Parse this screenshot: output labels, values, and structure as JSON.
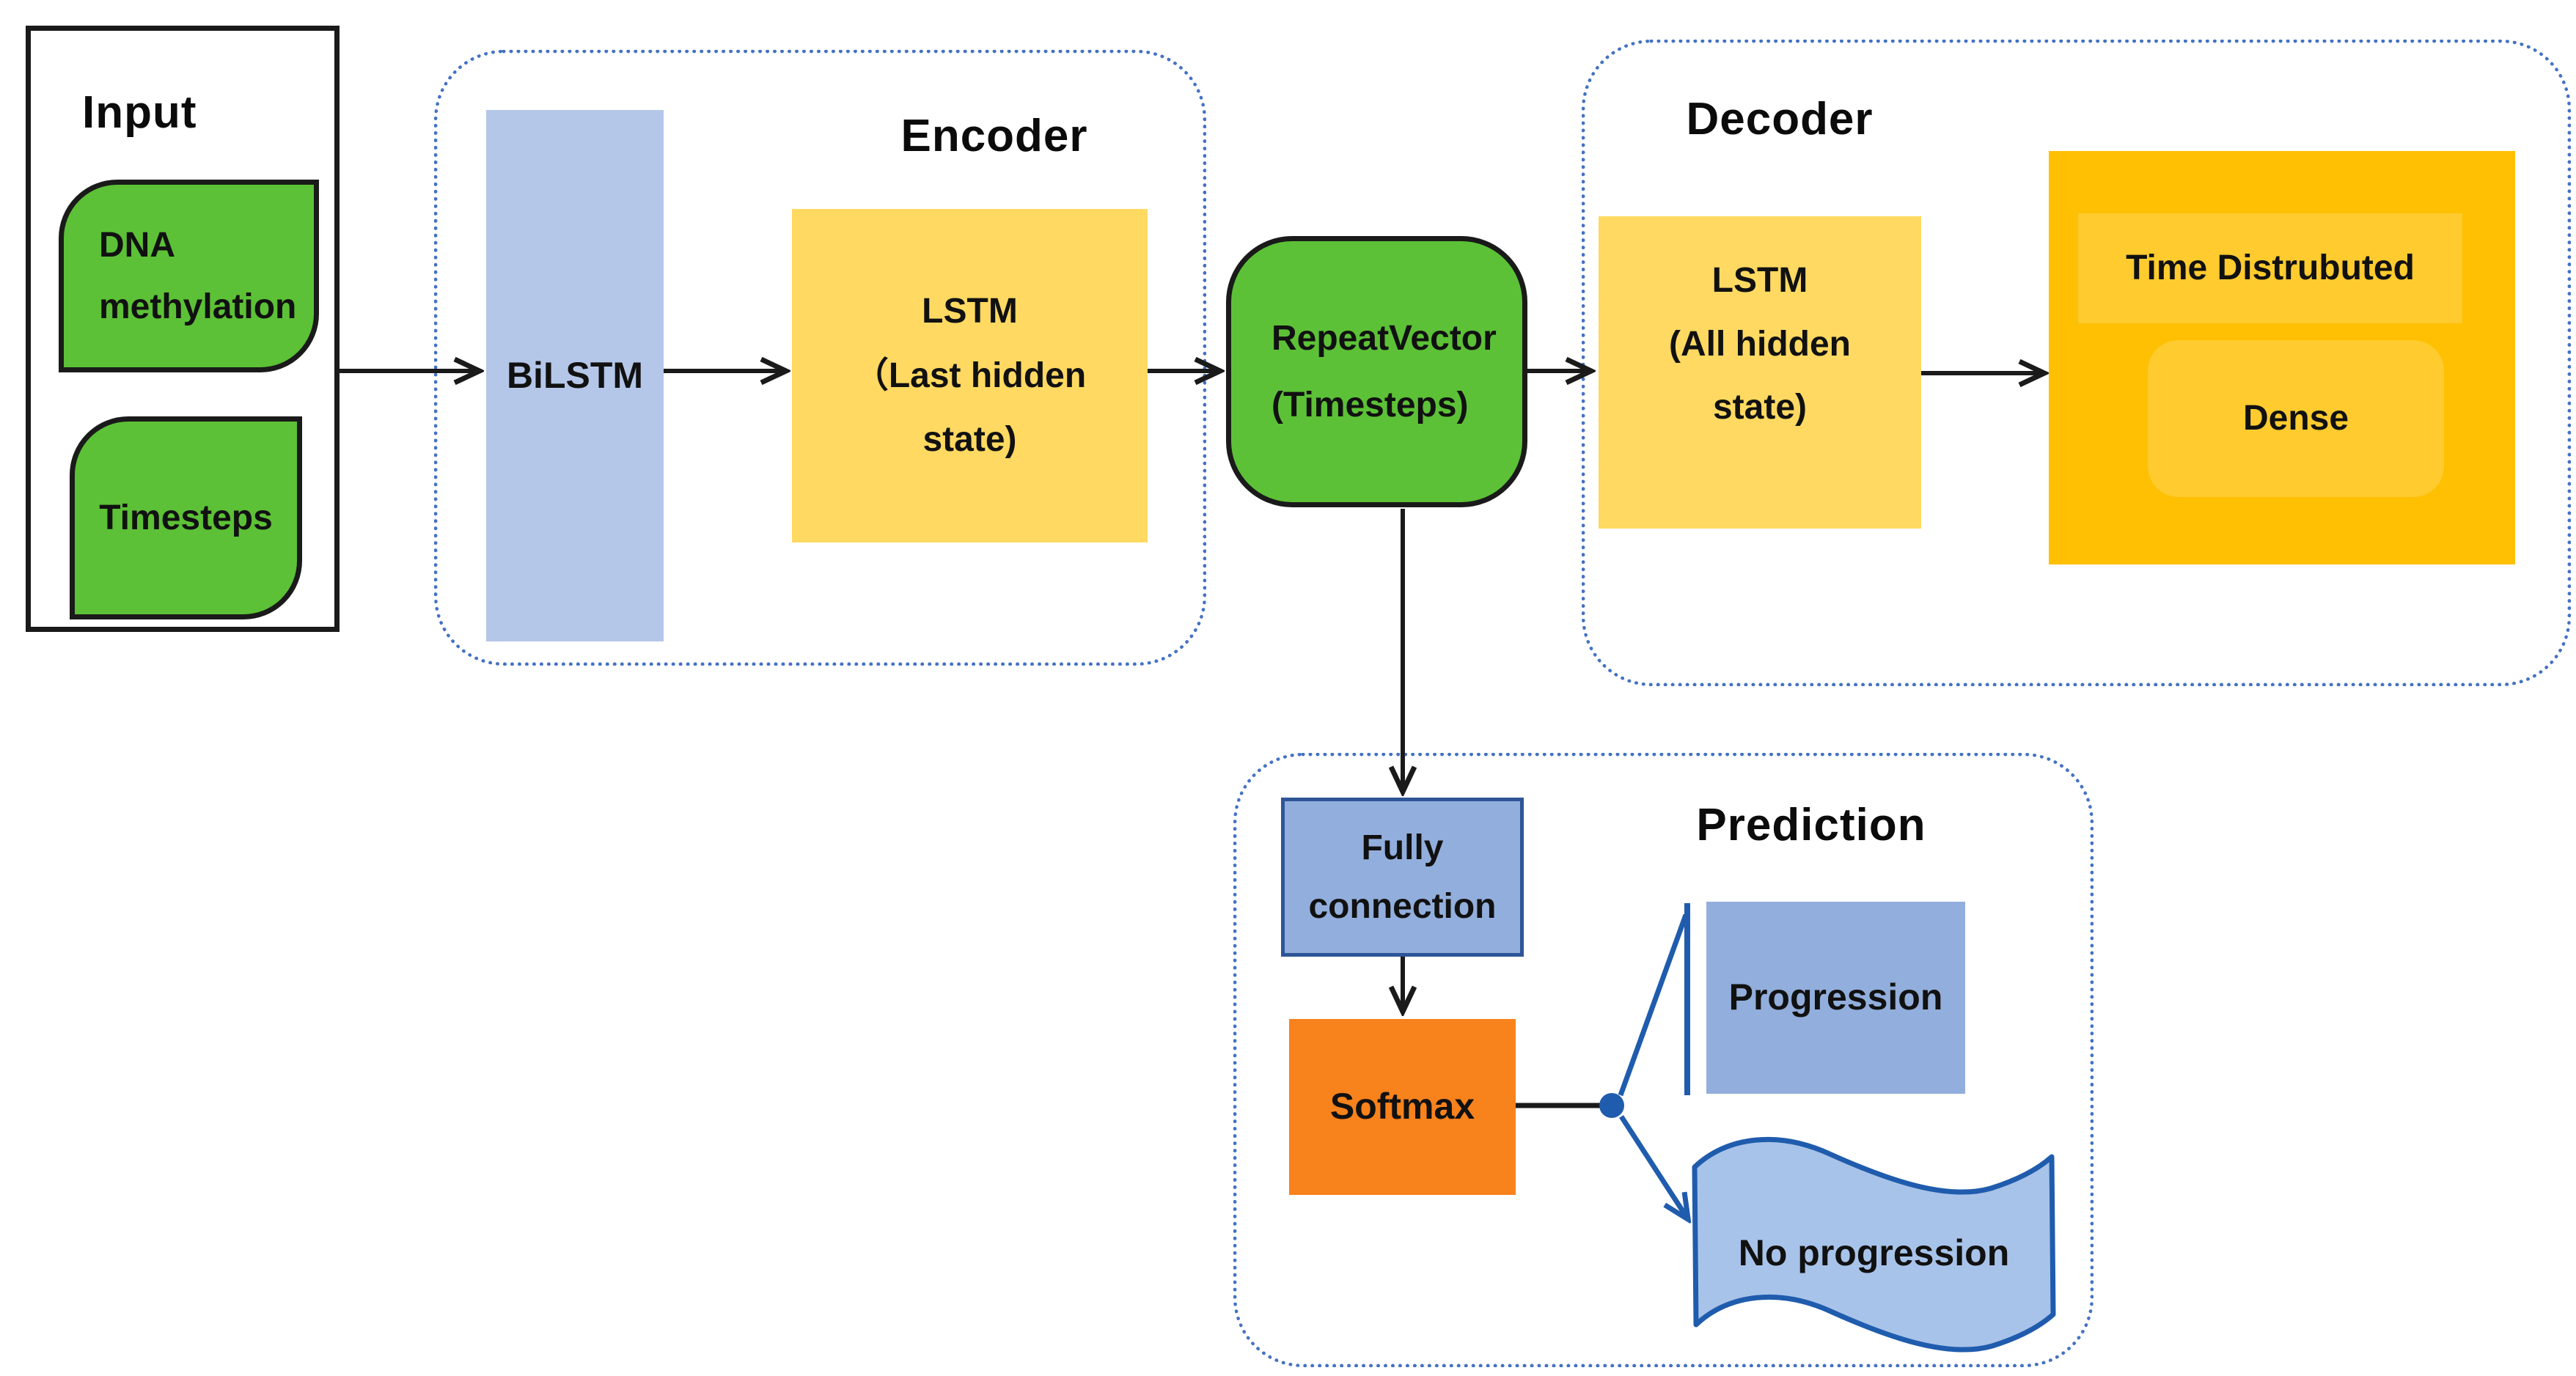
{
  "sections": {
    "input": {
      "title": "Input"
    },
    "encoder": {
      "title": "Encoder"
    },
    "decoder": {
      "title": "Decoder"
    },
    "prediction": {
      "title": "Prediction"
    }
  },
  "nodes": {
    "dna_methylation": {
      "label": "DNA\nmethylation"
    },
    "timesteps": {
      "label": "Timesteps"
    },
    "bilstm": {
      "label": "BiLSTM"
    },
    "encoder_lstm": {
      "label": "LSTM\n（Last hidden\nstate)"
    },
    "repeat_vector": {
      "label": "RepeatVector\n(Timesteps)"
    },
    "decoder_lstm": {
      "label": "LSTM\n(All hidden\nstate)"
    },
    "time_distributed": {
      "label": "Time Distrubuted"
    },
    "dense": {
      "label": "Dense"
    },
    "fully_connection": {
      "label": "Fully\nconnection"
    },
    "softmax": {
      "label": "Softmax"
    },
    "progression": {
      "label": "Progression"
    },
    "no_progression": {
      "label": "No progression"
    }
  },
  "colors": {
    "green": "#5cc136",
    "bilstm_blue": "#b5c7e8",
    "light_yellow": "#ffd961",
    "gold": "#ffc003",
    "gold_inner": "#ffcb2e",
    "softmax_orange": "#f8821c",
    "blue_fill": "#92aedc",
    "banner_fill": "#a8c3e9",
    "blue_line": "#1f5cad",
    "blue_box_border": "#2e5597",
    "dotted_container_border": "#4472c4",
    "arrow_black": "#1a1a1a"
  }
}
